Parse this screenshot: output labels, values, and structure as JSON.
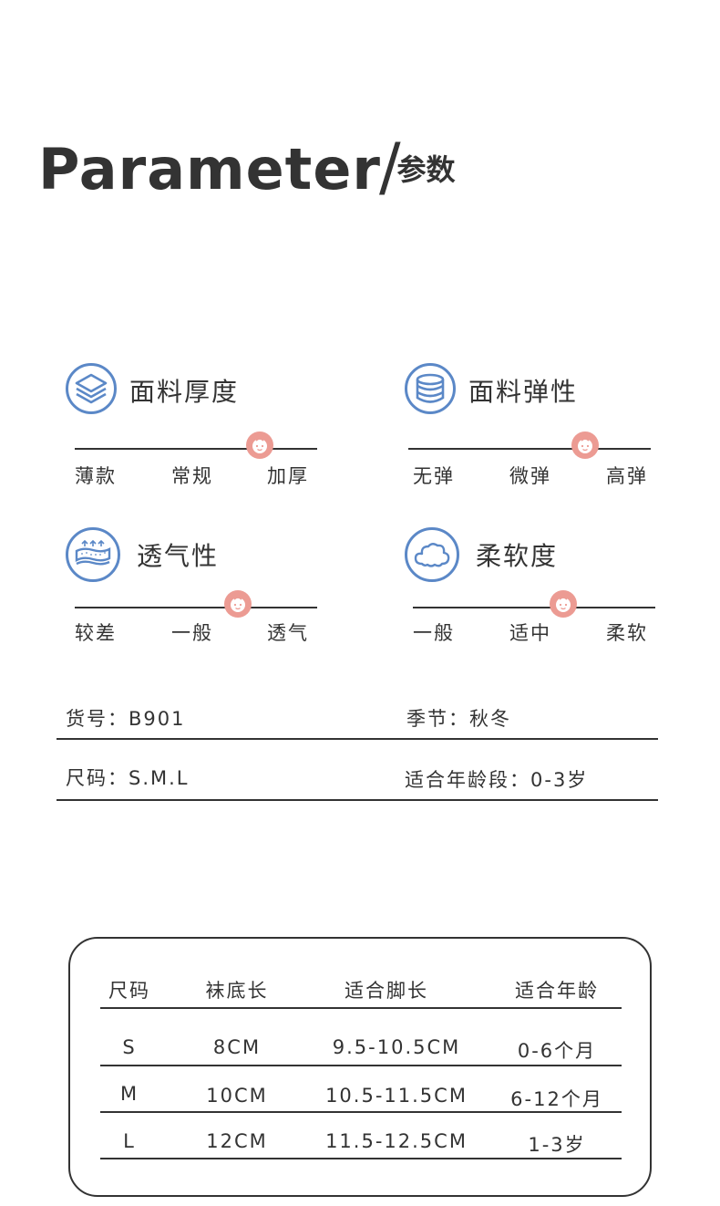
{
  "header": {
    "title_en": "Parameter",
    "slash": "/",
    "title_cn": "参数"
  },
  "params": [
    {
      "label": "面料厚度",
      "icon": "layers-icon",
      "ticks": [
        "薄款",
        "常规",
        "加厚"
      ],
      "level": 0.77
    },
    {
      "label": "面料弹性",
      "icon": "stack-icon",
      "ticks": [
        "无弹",
        "微弹",
        "高弹"
      ],
      "level": 0.73
    },
    {
      "label": "透气性",
      "icon": "breathable-fabric-icon",
      "ticks": [
        "较差",
        "一般",
        "透气"
      ],
      "level": 0.67
    },
    {
      "label": "柔软度",
      "icon": "cloud-icon",
      "ticks": [
        "一般",
        "适中",
        "柔软"
      ],
      "level": 0.63
    }
  ],
  "info": {
    "item_no": "货号：B901",
    "season": "季节：秋冬",
    "size": "尺码：S.M.L",
    "age": "适合年龄段：0-3岁"
  },
  "size_table": {
    "headers": [
      "尺码",
      "袜底长",
      "适合脚长",
      "适合年龄"
    ],
    "rows": [
      [
        "S",
        "8CM",
        "9.5-10.5CM",
        "0-6个月"
      ],
      [
        "M",
        "10CM",
        "10.5-11.5CM",
        "6-12个月"
      ],
      [
        "L",
        "12CM",
        "11.5-12.5CM",
        "1-3岁"
      ]
    ]
  },
  "colors": {
    "icon_blue": "#5b88c7",
    "knob_pink": "#ec9b93",
    "text": "#333333"
  }
}
